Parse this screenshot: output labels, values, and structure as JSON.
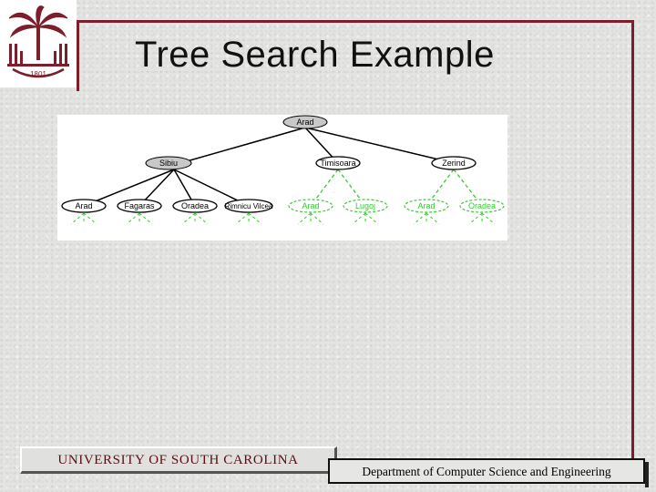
{
  "slide": {
    "title": "Tree Search Example",
    "footer_left": "UNIVERSITY OF SOUTH CAROLINA",
    "footer_right": "Department of Computer Science and Engineering"
  },
  "logo": {
    "icon": "palmetto-seal-icon",
    "year_text": "1801",
    "color": "#7a1f2b"
  },
  "tree": {
    "root": "Arad",
    "level1": [
      "Sibiu",
      "Timisoara",
      "Zerind"
    ],
    "level2": [
      "Arad",
      "Fagaras",
      "Oradea",
      "Rimnicu Vilcea",
      "Arad",
      "Lugoj",
      "Arad",
      "Oradea"
    ],
    "colors": {
      "expanded_fill": "#c8c8c8",
      "frontier_stroke": "#000000",
      "unexplored_stroke": "#33cc33"
    }
  }
}
